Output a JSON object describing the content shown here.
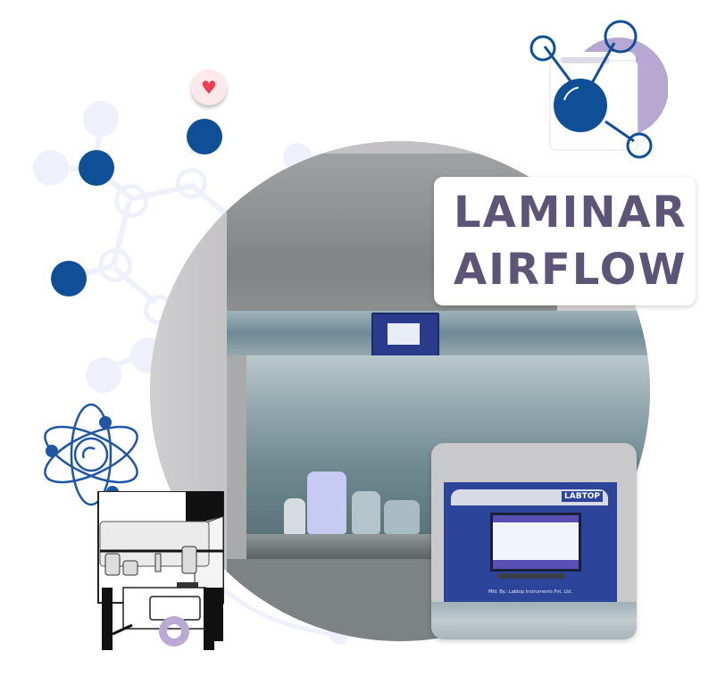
{
  "title": {
    "line1": "LAMINAR",
    "line2": "AIRFLOW"
  },
  "inset_panel": {
    "brand": "LABTOP",
    "manufacturer_text": "Mfd. By.: Labtop Instruments Pvt. Ltd."
  },
  "icons": {
    "heart": "♥",
    "molecule": "molecule-network-icon",
    "atom": "atom-icon",
    "share_node": "share-node-icon",
    "cabinet": "laminar-cabinet-illustration"
  },
  "colors": {
    "title_text": "#5d5578",
    "navy_node": "#0f4f97",
    "light_node": "#eef0fb",
    "lavender": "#a89bc4",
    "heart": "#ee3d50",
    "panel_blue": "#2d449b"
  }
}
